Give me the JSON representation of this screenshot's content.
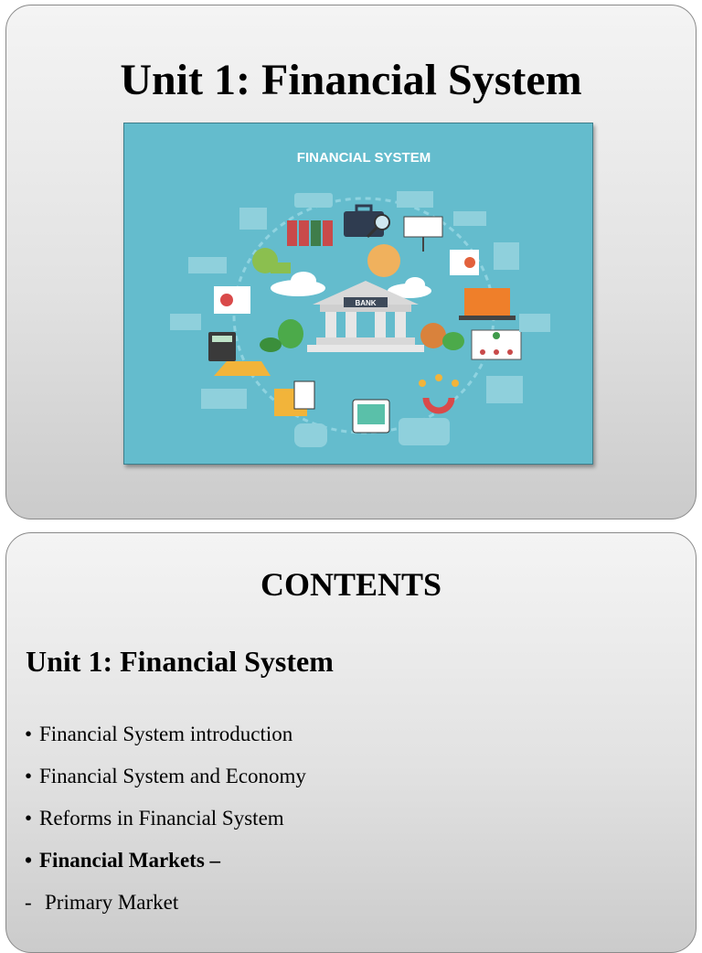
{
  "slide1": {
    "title": "Unit 1: Financial System",
    "poster": {
      "heading": "FINANCIAL SYSTEM",
      "bank_label": "BANK"
    }
  },
  "slide2": {
    "title": "CONTENTS",
    "subheading": "Unit 1: Financial System",
    "items": [
      {
        "marker": "•",
        "text": "Financial System introduction"
      },
      {
        "marker": "•",
        "text": "Financial System and Economy"
      },
      {
        "marker": "•",
        "text": "Reforms in Financial System"
      },
      {
        "marker": "•",
        "text": "Financial Markets –"
      },
      {
        "marker": "-",
        "text": "Primary Market"
      }
    ]
  }
}
